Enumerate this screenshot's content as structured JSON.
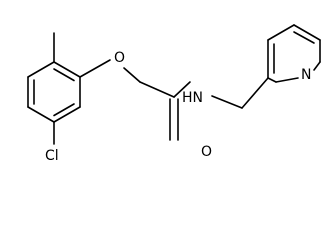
{
  "molecule": {
    "atom_labels": {
      "ether_oxygen": "O",
      "carbonyl_oxygen": "O",
      "amide_nitrogen": "HN",
      "pyridine_nitrogen": "N",
      "chlorine": "Cl"
    }
  },
  "colors": {
    "bond": "#000000",
    "label": "#000000",
    "background": "#ffffff"
  }
}
